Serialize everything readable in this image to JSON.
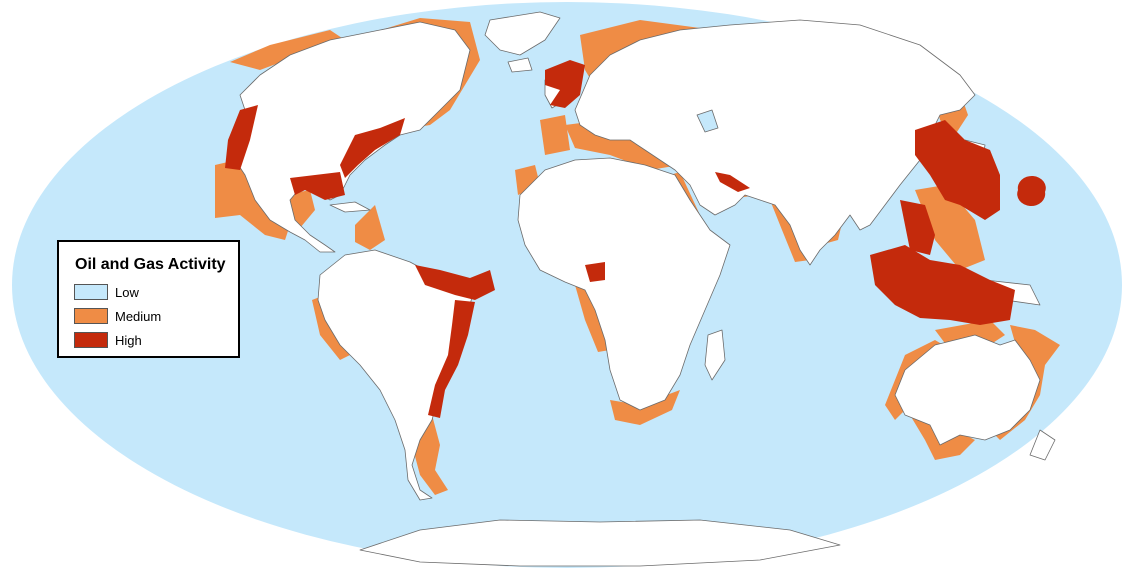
{
  "legend": {
    "title": "Oil and Gas Activity",
    "items": [
      {
        "label": "Low",
        "color": "#c5e8fb"
      },
      {
        "label": "Medium",
        "color": "#ef8c45"
      },
      {
        "label": "High",
        "color": "#c42a0c"
      }
    ]
  },
  "colors": {
    "ocean_low": "#c5e8fb",
    "land": "#ffffff",
    "medium": "#ef8c45",
    "high": "#c42a0c",
    "coastline": "#6b6b6b"
  }
}
